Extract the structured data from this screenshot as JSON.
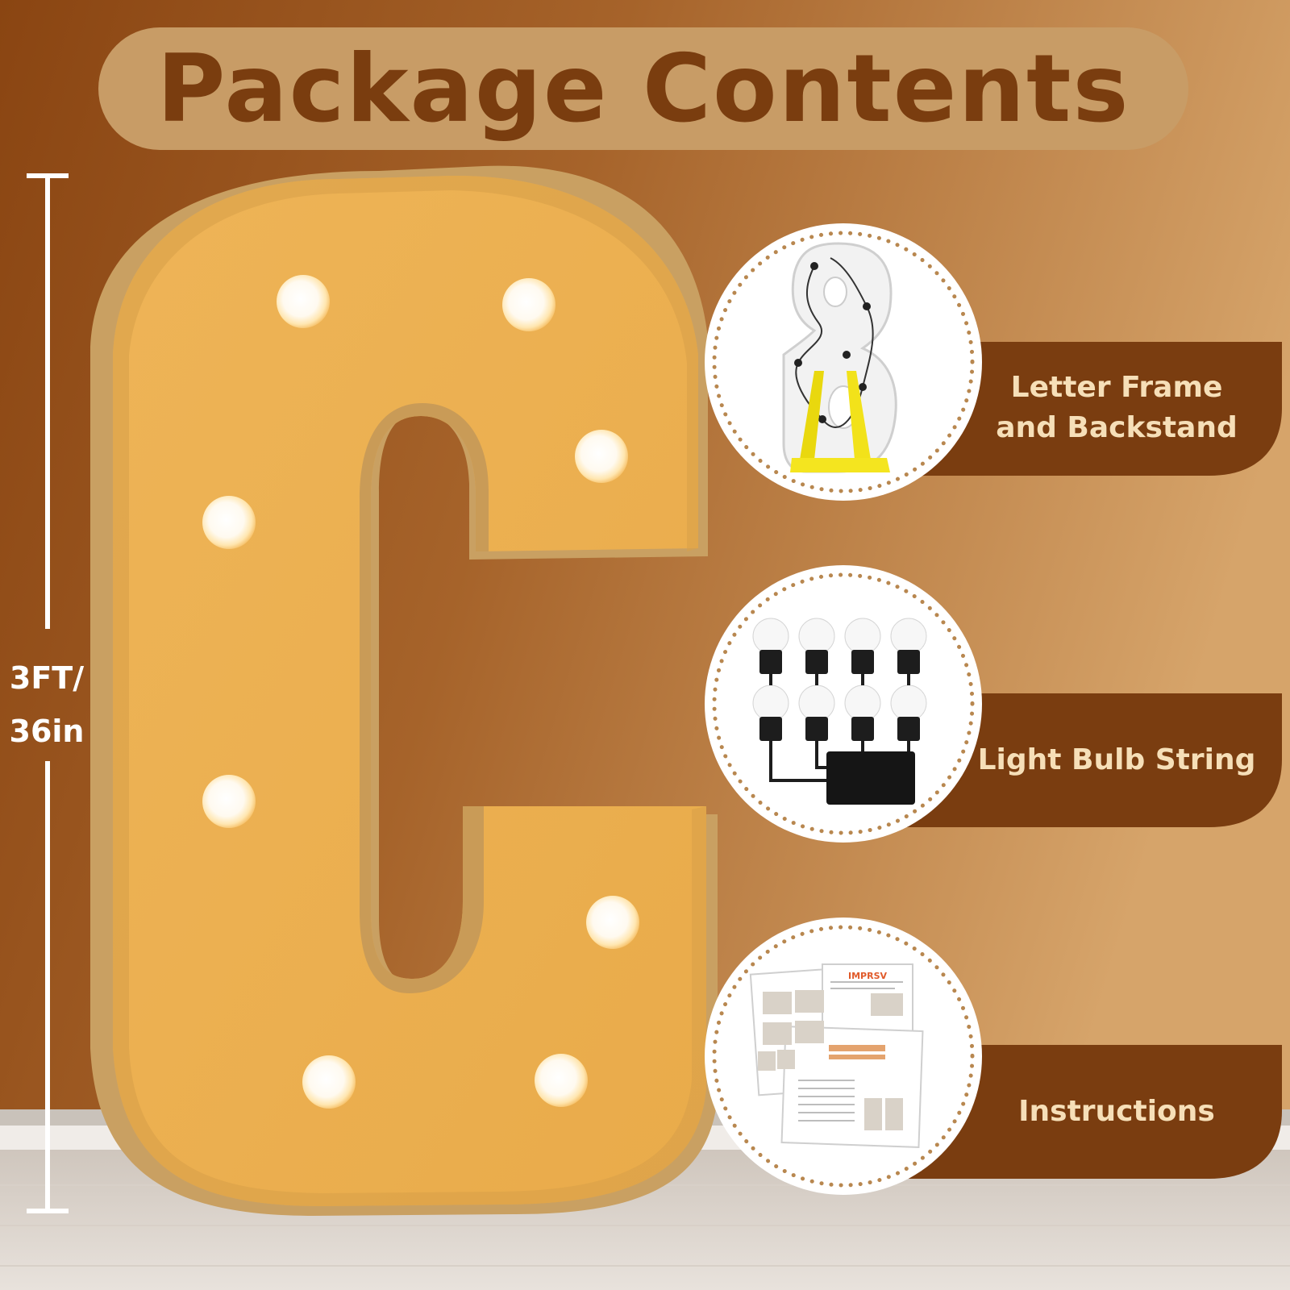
{
  "title": "Package Contents",
  "height_label": {
    "line1": "3FT/",
    "line2": "36in"
  },
  "items": [
    {
      "label_line1": "Letter Frame",
      "label_line2": "and Backstand",
      "icon": "letter-frame-icon"
    },
    {
      "label_line1": "Light Bulb String",
      "label_line2": "",
      "icon": "bulb-string-icon"
    },
    {
      "label_line1": "Instructions",
      "label_line2": "",
      "icon": "instructions-sheet-icon"
    }
  ],
  "marquee_letter": "C",
  "colors": {
    "background_dark": "#8b4513",
    "background_light": "#d9a96f",
    "title_pill": "#c89c66",
    "title_text": "#7a3d0f",
    "tab": "#7a3d10",
    "tab_text": "#f6dfb8",
    "letter_face": "#f0b24e",
    "letter_edge": "#c9a062",
    "dots": "#b8874f"
  }
}
